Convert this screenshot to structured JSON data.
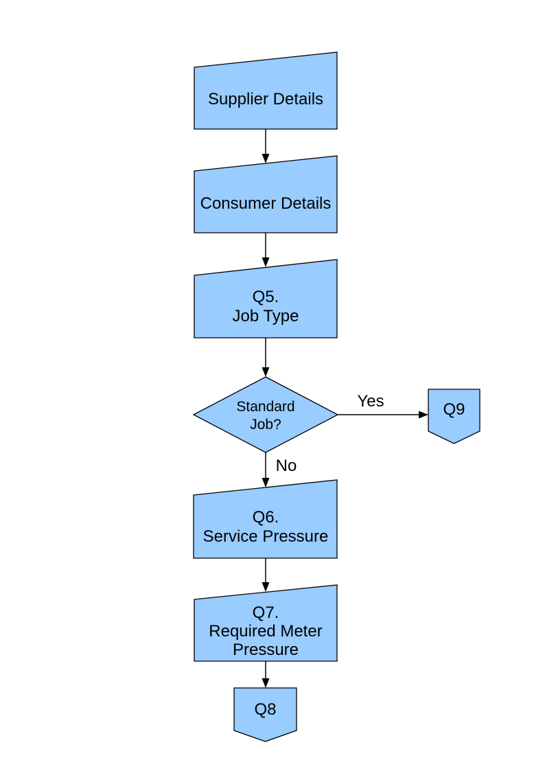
{
  "flowchart": {
    "colors": {
      "node_fill": "#99CCFF",
      "node_border": "#000000",
      "connector": "#000000",
      "text": "#000000",
      "background": "#FFFFFF"
    },
    "nodes": {
      "supplier": {
        "type": "manual-input",
        "label": "Supplier Details"
      },
      "consumer": {
        "type": "manual-input",
        "label": "Consumer Details"
      },
      "q5": {
        "type": "manual-input",
        "line1": "Q5.",
        "line2": "Job Type"
      },
      "decision": {
        "type": "decision",
        "line1": "Standard",
        "line2": "Job?"
      },
      "q9": {
        "type": "off-page-connector",
        "label": "Q9"
      },
      "q6": {
        "type": "manual-input",
        "line1": "Q6.",
        "line2": "Service Pressure"
      },
      "q7": {
        "type": "manual-input",
        "line1": "Q7.",
        "line2": "Required Meter",
        "line3": "Pressure"
      },
      "q8": {
        "type": "off-page-connector",
        "label": "Q8"
      }
    },
    "edge_labels": {
      "yes": "Yes",
      "no": "No"
    }
  }
}
